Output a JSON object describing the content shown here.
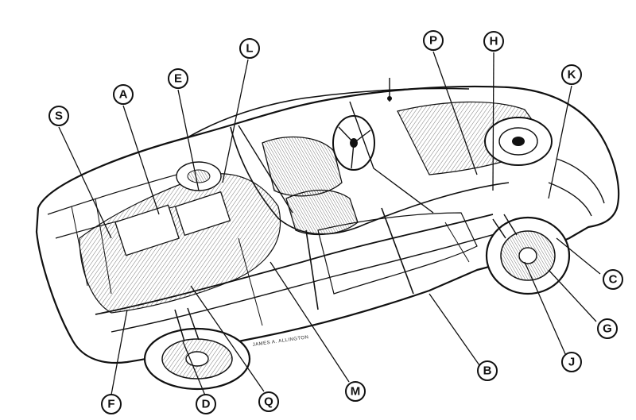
{
  "figure": {
    "credit": "JAMES A. ALLINGTON"
  },
  "callouts": [
    {
      "id": "A",
      "label": "A"
    },
    {
      "id": "B",
      "label": "B"
    },
    {
      "id": "C",
      "label": "C"
    },
    {
      "id": "D",
      "label": "D"
    },
    {
      "id": "E",
      "label": "E"
    },
    {
      "id": "F",
      "label": "F"
    },
    {
      "id": "G",
      "label": "G"
    },
    {
      "id": "H",
      "label": "H"
    },
    {
      "id": "J",
      "label": "J"
    },
    {
      "id": "K",
      "label": "K"
    },
    {
      "id": "L",
      "label": "L"
    },
    {
      "id": "M",
      "label": "M"
    },
    {
      "id": "P",
      "label": "P"
    },
    {
      "id": "Q",
      "label": "Q"
    },
    {
      "id": "S",
      "label": "S"
    }
  ]
}
